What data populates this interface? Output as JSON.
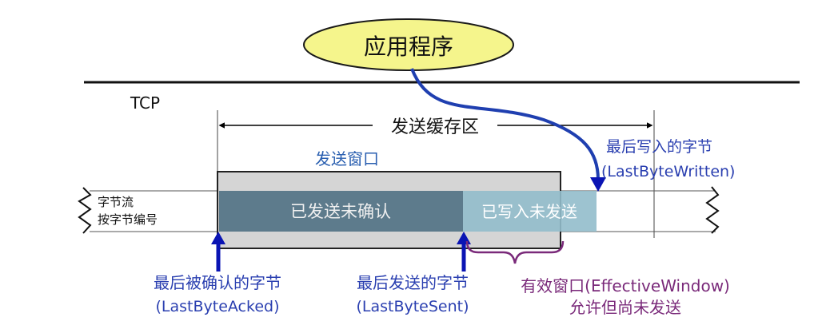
{
  "app": {
    "label": "应用程序",
    "fill": "#f5f58c",
    "stroke": "#1a1a1a"
  },
  "layer": {
    "label": "TCP"
  },
  "buffer": {
    "label": "发送缓存区"
  },
  "send_window": {
    "label": "发送窗口",
    "color": "#2a5fb0"
  },
  "byte_stream": {
    "line1": "字节流",
    "line2": "按字节编号"
  },
  "segments": {
    "sent_unacked": {
      "label": "已发送未确认",
      "color": "#5d7b8c"
    },
    "written_unsent": {
      "label": "已写入未发送",
      "color": "#92bccb"
    }
  },
  "pointers": {
    "last_byte_written": {
      "line1": "最后写入的字节",
      "line2": "(LastByteWritten)"
    },
    "last_byte_acked": {
      "line1": "最后被确认的字节",
      "line2": "(LastByteAcked)"
    },
    "last_byte_sent": {
      "line1": "最后发送的字节",
      "line2": "(LastByteSent)"
    }
  },
  "effective_window": {
    "line1": "有效窗口(EffectiveWindow)",
    "line2": "允许但尚未发送",
    "color": "#7a2a7a"
  },
  "colors": {
    "pointer_text": "#2a3fb0",
    "arrow": "#0a14b4",
    "curve": "#1f3fb0"
  }
}
